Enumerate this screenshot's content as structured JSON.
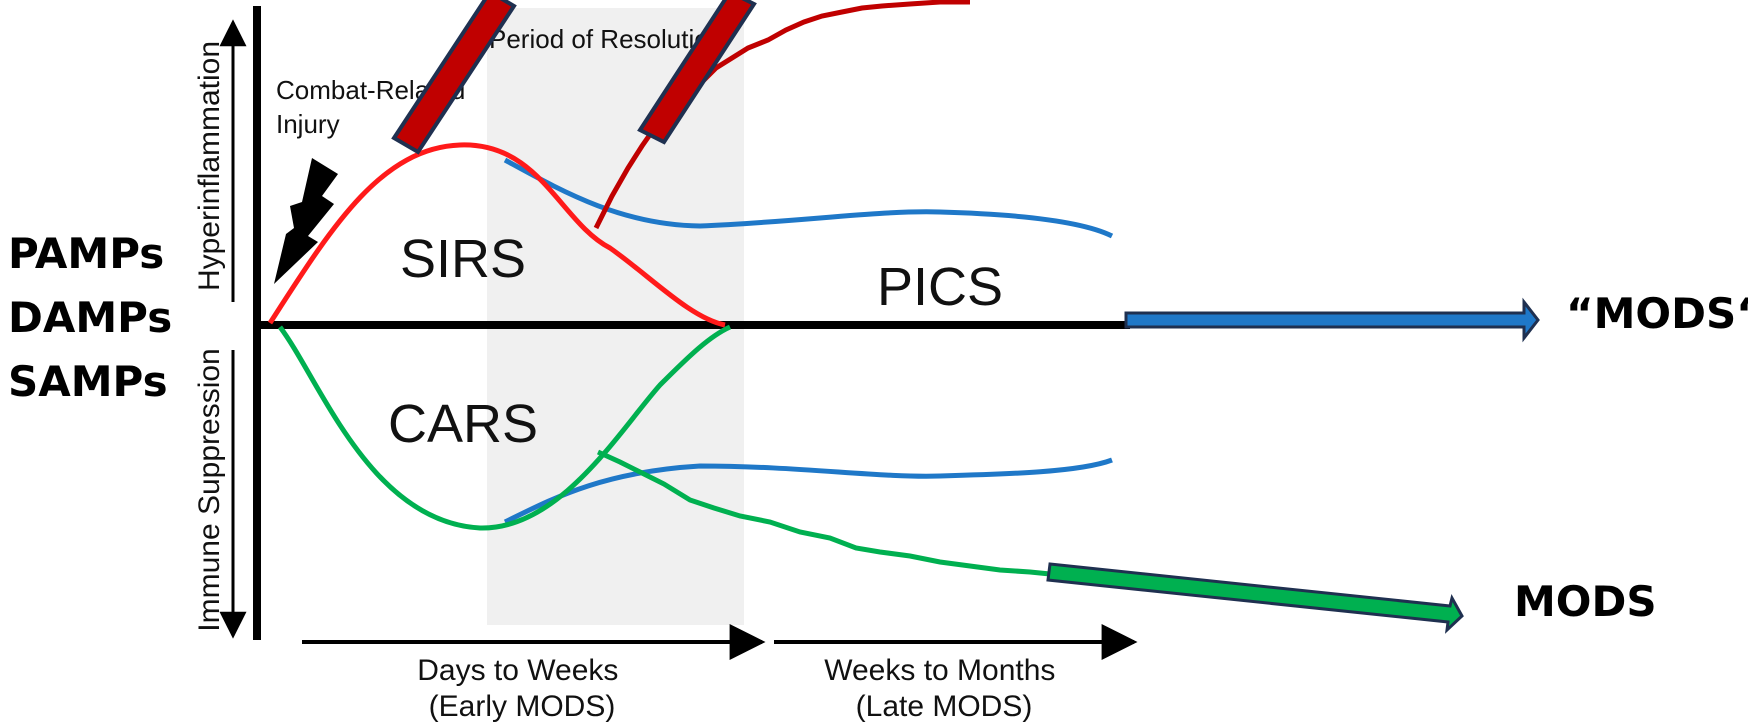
{
  "triggers": [
    "PAMPs",
    "DAMPs",
    "SAMPs"
  ],
  "y_axis": {
    "upper": "Hyperinflammation",
    "lower": "Immune Suppression"
  },
  "injury_label": [
    "Combat-Related",
    "Injury"
  ],
  "period_label": "Period of Resolution",
  "phases": {
    "sirs": "SIRS",
    "cars": "CARS",
    "pics": "PICS"
  },
  "outcomes": {
    "upper": "“MODS“",
    "lower": "MODS"
  },
  "time_axis": {
    "early": [
      "Days to Weeks",
      "(Early MODS)"
    ],
    "late": [
      "Weeks to Months",
      "(Late MODS)"
    ]
  },
  "colors": {
    "sirs": "#ff1a1a",
    "cars": "#00b050",
    "pics": "#1f78c8",
    "early_death": "#c00000",
    "resolution_band": "#f0f0f0",
    "axis": "#000000",
    "arrow_border": "#1f3050"
  }
}
